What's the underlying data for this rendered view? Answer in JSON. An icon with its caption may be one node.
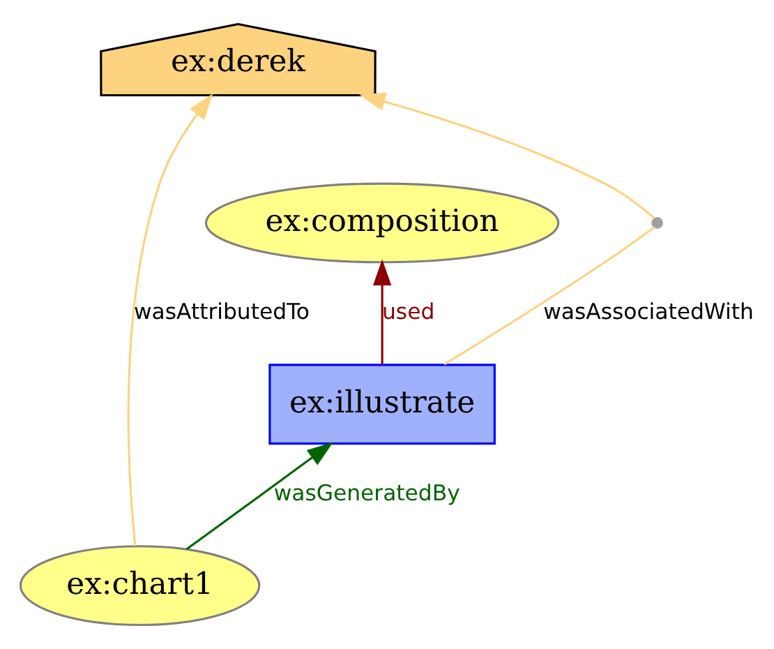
{
  "diagram": {
    "nodes": [
      {
        "text": [
          "ex:derek"
        ]
      },
      {
        "text": [
          "ex:composition"
        ]
      },
      {
        "text": [],
        "shape": "circle"
      },
      {
        "text": [
          "ex:illustrate"
        ]
      },
      {
        "text": [
          "ex:chart1"
        ]
      }
    ],
    "edges": [
      {
        "from": 3,
        "to": 1,
        "arrow": "to",
        "label": "used",
        "color": "#8b0000"
      },
      {
        "from": 3,
        "to": 2,
        "arrow": "none",
        "label": "wasAssociatedWith",
        "color": "#fed37f"
      },
      {
        "from": 2,
        "to": 0,
        "arrow": "to",
        "color": "#fed37f"
      },
      {
        "from": 4,
        "to": 3,
        "arrow": "to",
        "label": "wasGeneratedBy",
        "color": "#006400"
      },
      {
        "from": 4,
        "to": 0,
        "arrow": "to",
        "label": "wasAttributedTo",
        "color": "#fed37f"
      }
    ]
  }
}
